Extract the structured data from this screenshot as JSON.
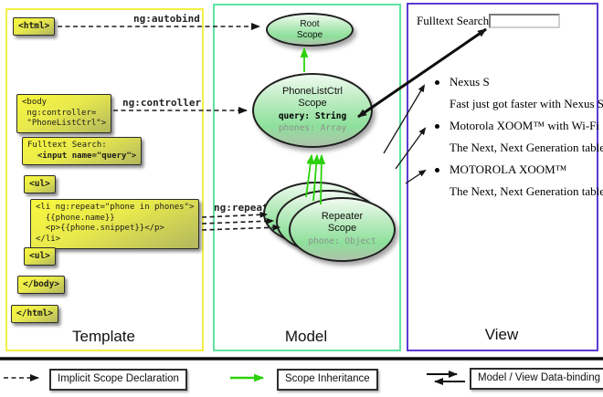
{
  "panels": {
    "template": {
      "label": "Template"
    },
    "model": {
      "label": "Model"
    },
    "view": {
      "label": "View"
    }
  },
  "template_code": {
    "html_open": "<html>",
    "body_open": "<body\n ng:controller=\n \"PhoneListCtrl\">",
    "fulltext": {
      "line1": "Fulltext Search:",
      "line2": "  <input name=\"query\">"
    },
    "ul_first": "<ul>",
    "li_repeat": "<li ng:repeat=\"phone in phones\">\n  {{phone.name}}\n  <p>{{phone.snippet}}</p>\n</li>",
    "ul_second": "<ul>",
    "body_close": "</body>",
    "html_close": "</html>"
  },
  "annotations": {
    "autobind": "ng:autobind",
    "controller": "ng:controller",
    "repeat": "ng:repeat"
  },
  "scopes": {
    "root": {
      "title": "Root\nScope"
    },
    "phonelist": {
      "title": "PhoneListCtrl\nScope",
      "prop1": "query: String",
      "prop2": "phones: Array"
    },
    "repeater": {
      "title": "Repeater\nScope",
      "prop1": "phone: Object"
    }
  },
  "view": {
    "search_label": "Fulltext Search:",
    "search_value": "",
    "items": [
      {
        "title": "Nexus S",
        "desc": "Fast just got faster with Nexus S."
      },
      {
        "title": "Motorola XOOM™  with Wi-Fi",
        "desc": "The Next, Next Generation tablet."
      },
      {
        "title": "MOTOROLA XOOM™",
        "desc": "The Next, Next Generation tablet."
      }
    ]
  },
  "legend": {
    "implicit": "Implicit Scope Declaration",
    "inheritance": "Scope Inheritance",
    "binding": "Model / View Data-binding"
  },
  "colors": {
    "template_border": "#f2ef45",
    "model_border": "#5fe3a1",
    "view_border": "#5b3bd5",
    "green_arrow": "#2bd10c"
  }
}
